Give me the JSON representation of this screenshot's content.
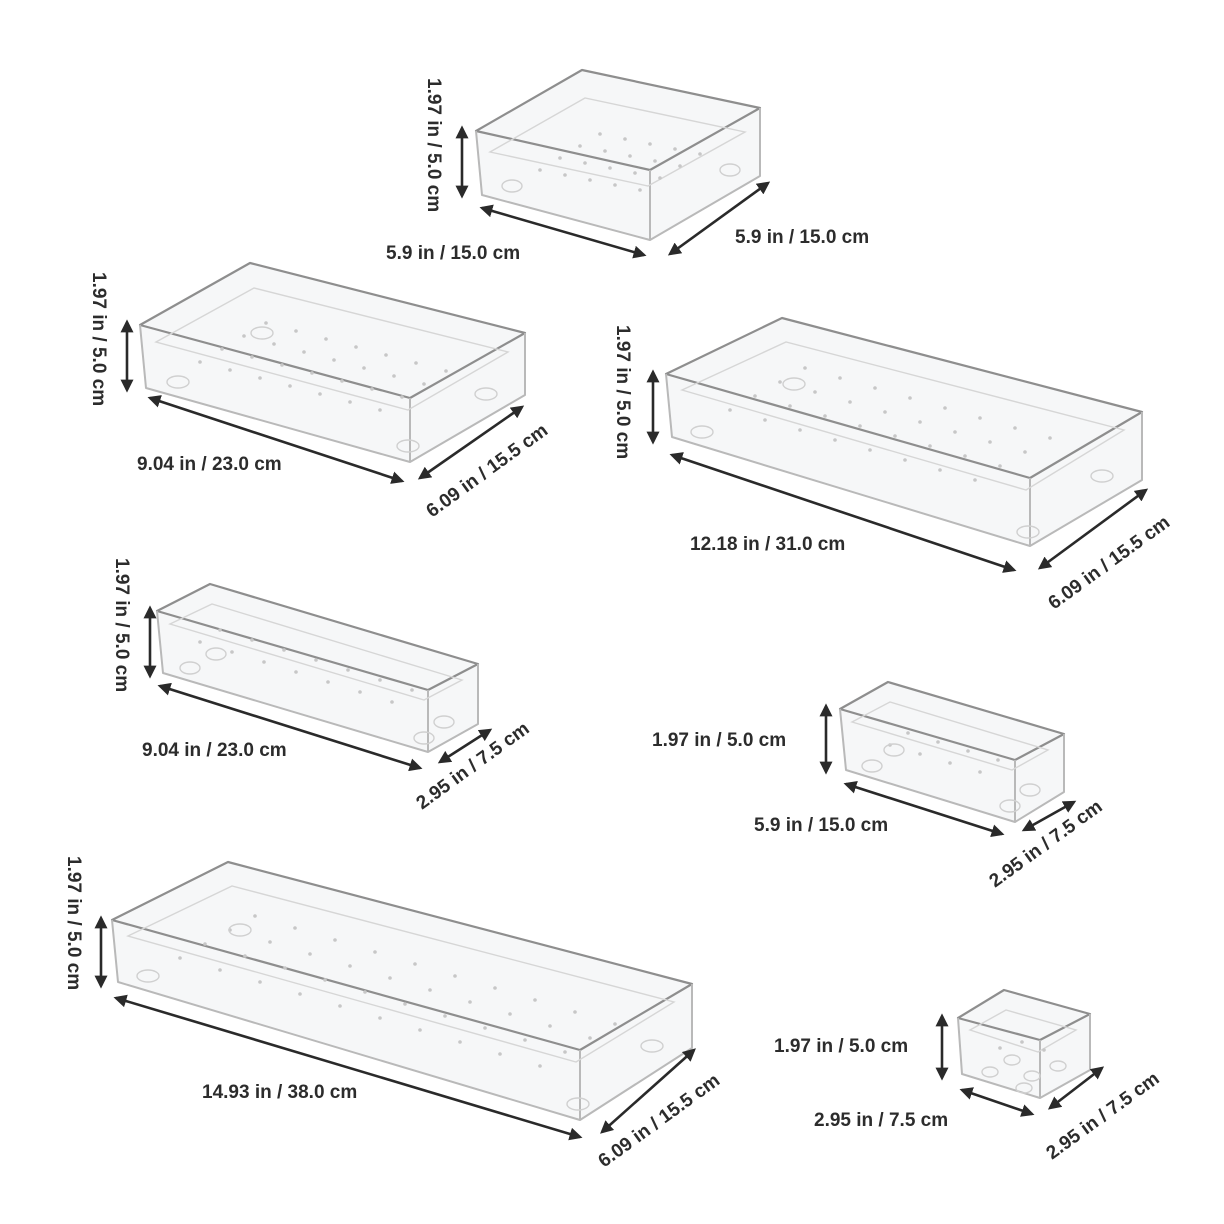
{
  "trays": [
    {
      "name": "tray-square-15x15",
      "height_label": "1.97 in / 5.0 cm",
      "length_label": "5.9 in / 15.0 cm",
      "width_label": "5.9 in / 15.0 cm"
    },
    {
      "name": "tray-23x15",
      "height_label": "1.97 in / 5.0 cm",
      "length_label": "9.04 in / 23.0 cm",
      "width_label": "6.09 in / 15.5 cm"
    },
    {
      "name": "tray-31x15",
      "height_label": "1.97 in / 5.0 cm",
      "length_label": "12.18 in / 31.0 cm",
      "width_label": "6.09 in / 15.5 cm"
    },
    {
      "name": "tray-23x7",
      "height_label": "1.97 in / 5.0 cm",
      "length_label": "9.04 in / 23.0 cm",
      "width_label": "2.95 in / 7.5 cm"
    },
    {
      "name": "tray-15x7",
      "height_label": "1.97 in / 5.0 cm",
      "length_label": "5.9 in / 15.0 cm",
      "width_label": "2.95 in / 7.5 cm"
    },
    {
      "name": "tray-38x15",
      "height_label": "1.97 in / 5.0 cm",
      "length_label": "14.93 in / 38.0 cm",
      "width_label": "6.09 in / 15.5 cm"
    },
    {
      "name": "tray-7x7",
      "height_label": "1.97 in / 5.0 cm",
      "length_label": "2.95 in / 7.5 cm",
      "width_label": "2.95 in / 7.5 cm"
    }
  ]
}
